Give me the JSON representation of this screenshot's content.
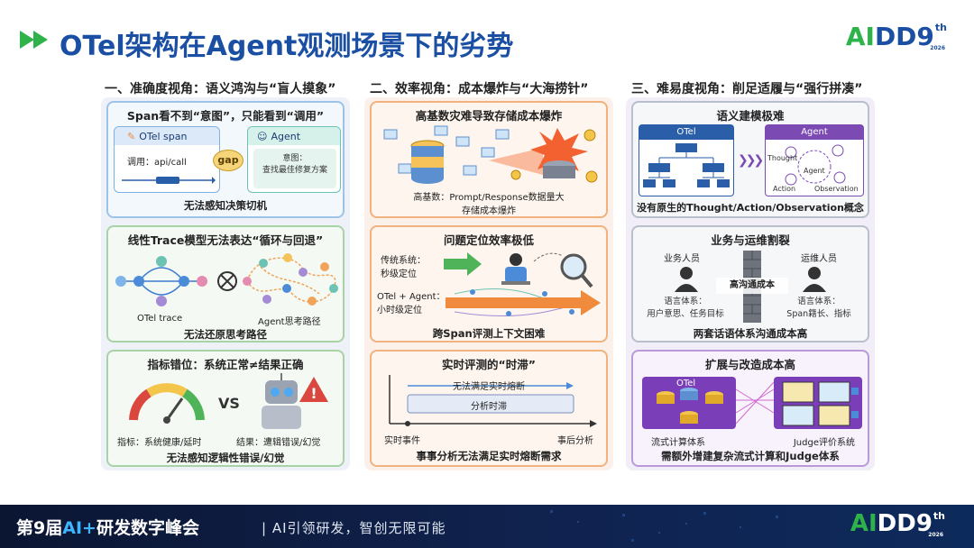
{
  "header": {
    "title": "OTel架构在Agent观测场景下的劣势",
    "logo": {
      "ai": "AI",
      "dd": "DD",
      "nine": "9",
      "th": "th",
      "year": "2026"
    }
  },
  "col1": {
    "heading": "一、准确度视角：语义鸿沟与“盲人摸象”",
    "p1": {
      "title": "Span看不到“意图”，只能看到“调用”",
      "otel_label": "OTel span",
      "call_text": "调用：api/call",
      "gap": "gap",
      "agent_label": "Agent",
      "intent_line1": "意图：",
      "intent_line2": "查找最佳修复方案",
      "caption": "无法感知决策切机"
    },
    "p2": {
      "title": "线性Trace模型无法表达“循环与回退”",
      "left_label": "OTel trace",
      "right_label": "Agent思考路径",
      "caption": "无法还原思考路径"
    },
    "p3": {
      "title": "指标错位：系统正常≠结果正确",
      "vs": "VS",
      "metric_label": "指标：系统健康/延时",
      "result_label": "结果：遭辑错误/幻觉",
      "caption": "无法感知逻辑性错误/幻觉"
    }
  },
  "col2": {
    "heading": "二、效率视角：成本爆炸与“大海捞针”",
    "p1": {
      "title": "高基数灾难导致存储成本爆炸",
      "line1": "高基数：Prompt/Response数据量大",
      "line2": "存储成本爆炸"
    },
    "p2": {
      "title": "问题定位效率极低",
      "trad1": "传统系统：",
      "trad2": "秒级定位",
      "otel1": "OTel + Agent：",
      "otel2": "小时级定位",
      "caption": "跨Span评测上下文困难"
    },
    "p3": {
      "title": "实时评测的“时滞”",
      "bar1": "无法满足实时熔断",
      "bar2": "分析时滞",
      "start": "实时事件",
      "end": "事后分析",
      "caption": "事事分析无法满足实时熔断需求"
    }
  },
  "col3": {
    "heading": "三、难易度视角：削足适履与“强行拼凑”",
    "p1": {
      "title": "语义建模极难",
      "otel": "OTel",
      "agent": "Agent",
      "thought": "Thought",
      "agent_node": "Agent",
      "action": "Action",
      "observation": "Observation",
      "caption": "没有原生的Thought/Action/Observation概念"
    },
    "p2": {
      "title": "业务与运维割裂",
      "biz": "业务人员",
      "ops": "运维人员",
      "wall": "高沟通成本",
      "biz_lang1": "语言体系：",
      "biz_lang2": "用户意思、任务目标",
      "ops_lang1": "语言体系：",
      "ops_lang2": "Span籍长、指标",
      "caption": "两套话语体系沟通成本高"
    },
    "p3": {
      "title": "扩展与改造成本高",
      "otel": "OTel",
      "left_label": "流式计算体系",
      "right_label": "Judge评价系统",
      "caption": "需额外增建复杂流式计算和Judge体系"
    }
  },
  "footer": {
    "title_pre": "第9届",
    "title_ai": "AI+",
    "title_post": "研发数字峰会",
    "subtitle": "|  AI引领研发，智创无限可能"
  },
  "colors": {
    "brand_blue": "#1a4fa3",
    "brand_green": "#2db34a",
    "otel_orange": "#f08a3c",
    "agent_purple": "#7b4bb3"
  }
}
